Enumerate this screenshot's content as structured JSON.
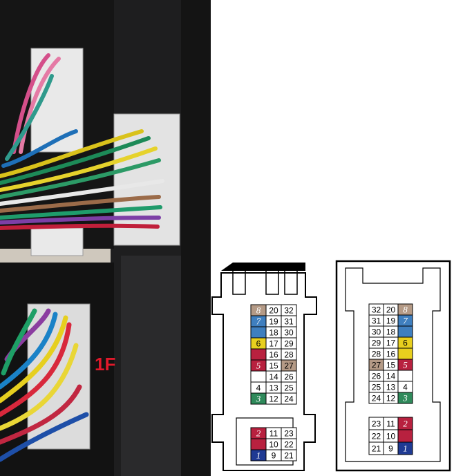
{
  "photo": {
    "connector_label": "1F"
  },
  "colors": {
    "brown": "#b49a86",
    "blue": "#3f7fbf",
    "yellow": "#e8cf1e",
    "red": "#b8213f",
    "green": "#2f8a5b",
    "navy": "#1f3a93",
    "white": "#ffffff",
    "label_red": "#e0192b"
  },
  "left_diagram": {
    "upper_rows": [
      [
        {
          "n": "8",
          "c": "brown"
        },
        {
          "n": "20",
          "c": "white"
        },
        {
          "n": "32",
          "c": "white"
        }
      ],
      [
        {
          "n": "7",
          "c": "blue"
        },
        {
          "n": "19",
          "c": "white"
        },
        {
          "n": "31",
          "c": "white"
        }
      ],
      [
        {
          "n": "",
          "c": "blue"
        },
        {
          "n": "18",
          "c": "white"
        },
        {
          "n": "30",
          "c": "white"
        }
      ],
      [
        {
          "n": "6",
          "c": "yellow"
        },
        {
          "n": "17",
          "c": "white"
        },
        {
          "n": "29",
          "c": "white"
        }
      ],
      [
        {
          "n": "",
          "c": "red"
        },
        {
          "n": "16",
          "c": "white"
        },
        {
          "n": "28",
          "c": "white"
        }
      ],
      [
        {
          "n": "5",
          "c": "red"
        },
        {
          "n": "15",
          "c": "white"
        },
        {
          "n": "27",
          "c": "brown"
        }
      ],
      [
        {
          "n": "",
          "c": "white"
        },
        {
          "n": "14",
          "c": "white"
        },
        {
          "n": "26",
          "c": "white"
        }
      ],
      [
        {
          "n": "4",
          "c": "white"
        },
        {
          "n": "13",
          "c": "white"
        },
        {
          "n": "25",
          "c": "white"
        }
      ],
      [
        {
          "n": "3",
          "c": "green"
        },
        {
          "n": "12",
          "c": "white"
        },
        {
          "n": "24",
          "c": "white"
        }
      ]
    ],
    "lower_rows": [
      [
        {
          "n": "2",
          "c": "red"
        },
        {
          "n": "11",
          "c": "white"
        },
        {
          "n": "23",
          "c": "white"
        }
      ],
      [
        {
          "n": "",
          "c": "red"
        },
        {
          "n": "10",
          "c": "white"
        },
        {
          "n": "22",
          "c": "white"
        }
      ],
      [
        {
          "n": "1",
          "c": "navy"
        },
        {
          "n": "9",
          "c": "white"
        },
        {
          "n": "21",
          "c": "white"
        }
      ]
    ]
  },
  "right_diagram": {
    "upper_rows": [
      [
        {
          "n": "32",
          "c": "white"
        },
        {
          "n": "20",
          "c": "white"
        },
        {
          "n": "8",
          "c": "brown"
        }
      ],
      [
        {
          "n": "31",
          "c": "white"
        },
        {
          "n": "19",
          "c": "white"
        },
        {
          "n": "7",
          "c": "blue"
        }
      ],
      [
        {
          "n": "30",
          "c": "white"
        },
        {
          "n": "18",
          "c": "white"
        },
        {
          "n": "",
          "c": "blue"
        }
      ],
      [
        {
          "n": "29",
          "c": "white"
        },
        {
          "n": "17",
          "c": "white"
        },
        {
          "n": "6",
          "c": "yellow"
        }
      ],
      [
        {
          "n": "28",
          "c": "white"
        },
        {
          "n": "16",
          "c": "white"
        },
        {
          "n": "",
          "c": "yellow"
        }
      ],
      [
        {
          "n": "27",
          "c": "brown"
        },
        {
          "n": "15",
          "c": "white"
        },
        {
          "n": "5",
          "c": "red"
        }
      ],
      [
        {
          "n": "26",
          "c": "white"
        },
        {
          "n": "14",
          "c": "white"
        },
        {
          "n": "",
          "c": "white"
        }
      ],
      [
        {
          "n": "25",
          "c": "white"
        },
        {
          "n": "13",
          "c": "white"
        },
        {
          "n": "4",
          "c": "white"
        }
      ],
      [
        {
          "n": "24",
          "c": "white"
        },
        {
          "n": "12",
          "c": "white"
        },
        {
          "n": "3",
          "c": "green"
        }
      ]
    ],
    "lower_rows": [
      [
        {
          "n": "23",
          "c": "white"
        },
        {
          "n": "11",
          "c": "white"
        },
        {
          "n": "2",
          "c": "red"
        }
      ],
      [
        {
          "n": "22",
          "c": "white"
        },
        {
          "n": "10",
          "c": "white"
        },
        {
          "n": "",
          "c": "red"
        }
      ],
      [
        {
          "n": "21",
          "c": "white"
        },
        {
          "n": "9",
          "c": "white"
        },
        {
          "n": "1",
          "c": "navy"
        }
      ]
    ]
  }
}
